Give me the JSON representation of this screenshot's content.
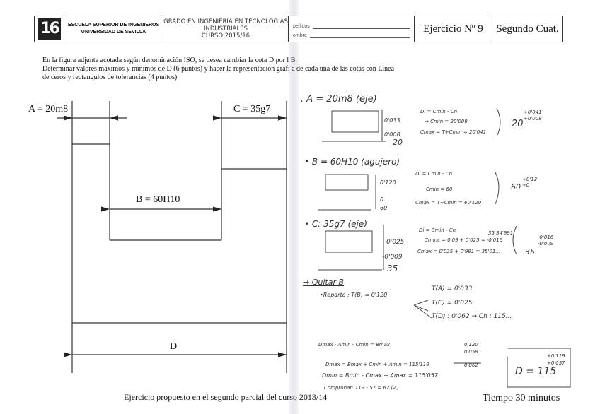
{
  "header": {
    "logo_text": "16",
    "school_line1": "ESCUELA SUPERIOR DE INGENIEROS",
    "school_line2": "UNIVERSIDAD DE SEVILLA",
    "degree_line1": "GRADO EN INGENIERÍA EN TECNOLOGÍAS",
    "degree_line2": "INDUSTRIALES",
    "degree_line3": "CURSO 2015/16",
    "field_surname": "pellidos",
    "field_name": "ombre",
    "exercise": "Ejercicio Nº 9",
    "term": "Segundo Cuat."
  },
  "instructions": {
    "line1": "En la figura adjunta acotada según denominación ISO, se desea cambiar la cota D por l   B.",
    "line2": "Determinar valores máximos y mínimos de D (6 puntos) y hacer la representación gráfi   a de cada una de las cotas con Linea",
    "line3": "de ceros y rectangulos de tolerancias (4 puntos)"
  },
  "drawing": {
    "dim_a": "A = 20m8",
    "dim_b": "B = 60H10",
    "dim_c": "C = 35g7",
    "dim_d": "D"
  },
  "solution": {
    "a_title": ". A = 20m8 (eje)",
    "a_tol": "0'033",
    "a_dev": "0'008",
    "a_nom": "20",
    "a_eq1": "Di = Cmin - Cn",
    "a_eq2": "→ Cmin = 20'008",
    "a_eq3": "Cmax = T+Cmin = 20'041",
    "a_result_base": "20",
    "a_result_up": "+0'041",
    "a_result_low": "+0'008",
    "b_title": "• B = 60H10 (agujero)",
    "b_tol": "0'120",
    "b_dev": "0",
    "b_nom": "60",
    "b_eq1": "Di = Cmin - Cn",
    "b_eq2": "Cmin = 60",
    "b_eq3": "Cmax = T+Cmin = 60'120",
    "b_result_base": "60",
    "b_result_up": "+0'12",
    "b_result_low": "+0",
    "c_title": "• C: 35g7 (eje)",
    "c_tol": "0'025",
    "c_dev": "-0'009",
    "c_nom": "35",
    "c_eq1": "Di = Cmin - Cn",
    "c_eq2": "Cminc = 0'09 + 0'025 = -0'016",
    "c_eq2_note": "35   34'991",
    "c_eq3": "Cmax = 0'025 + 0'991 = 35'01...",
    "c_result_base": "35",
    "c_result_up": "-0'016",
    "c_result_low": "-0'009",
    "quitar": "→ Quitar B",
    "reparto": "•Reparto ; T(B) = 0'120",
    "ta": "T(A) = 0'033",
    "tc": "T(C) = 0'025",
    "td": "T(D) : 0'062 → Cn : 115...",
    "eq_dmax1": "Dmax - Amin - Cmin = Bmax",
    "eq_dmax2": "Dmax = Bmax + Cmin + Amin = 115'119",
    "eq_dmin": "Dmin = Bmin - Cmax + Amax = 115'057",
    "eq_check": "Comprobar: 119 - 57 = 62 (✓)",
    "sum1": "0'120",
    "sum2": "0'058",
    "sum_total": "0'062",
    "final_base": "D = 115",
    "final_up": "+0'119",
    "final_low": "+0'057"
  },
  "footer": {
    "source": "Ejercicio propuesto en el segundo parcial del curso 2013/14",
    "time": "Tiempo 30 minutos"
  }
}
